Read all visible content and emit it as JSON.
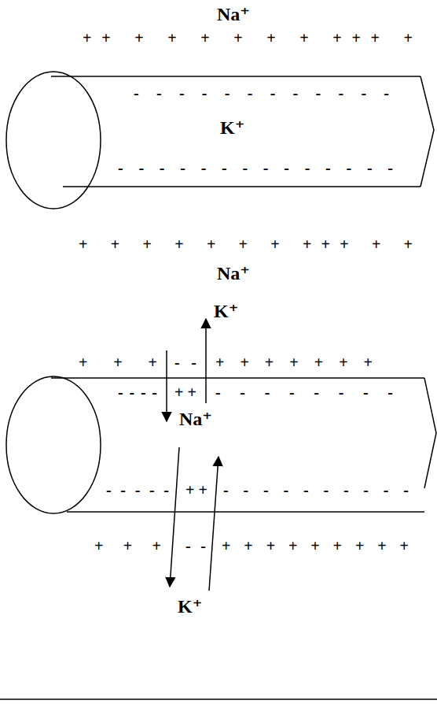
{
  "diagram": {
    "labels": [
      "Na⁺",
      "++ + + + + + + +++ +",
      "- - - - - - - - - - - -",
      "K⁺",
      "- - - - - - - - - - - - - -",
      "+ + + + + + + +++ + +",
      "Na⁺",
      "K⁺",
      "+ + +",
      "- -",
      "+ + + + + + +",
      "- - - -",
      "+ +",
      "- - - - - - - -",
      "Na⁺",
      "- - - - -",
      "+ +",
      "- - - - - - - - - -",
      "+ + +",
      "- -",
      "+ + + + + + + + +",
      "K⁺"
    ]
  }
}
